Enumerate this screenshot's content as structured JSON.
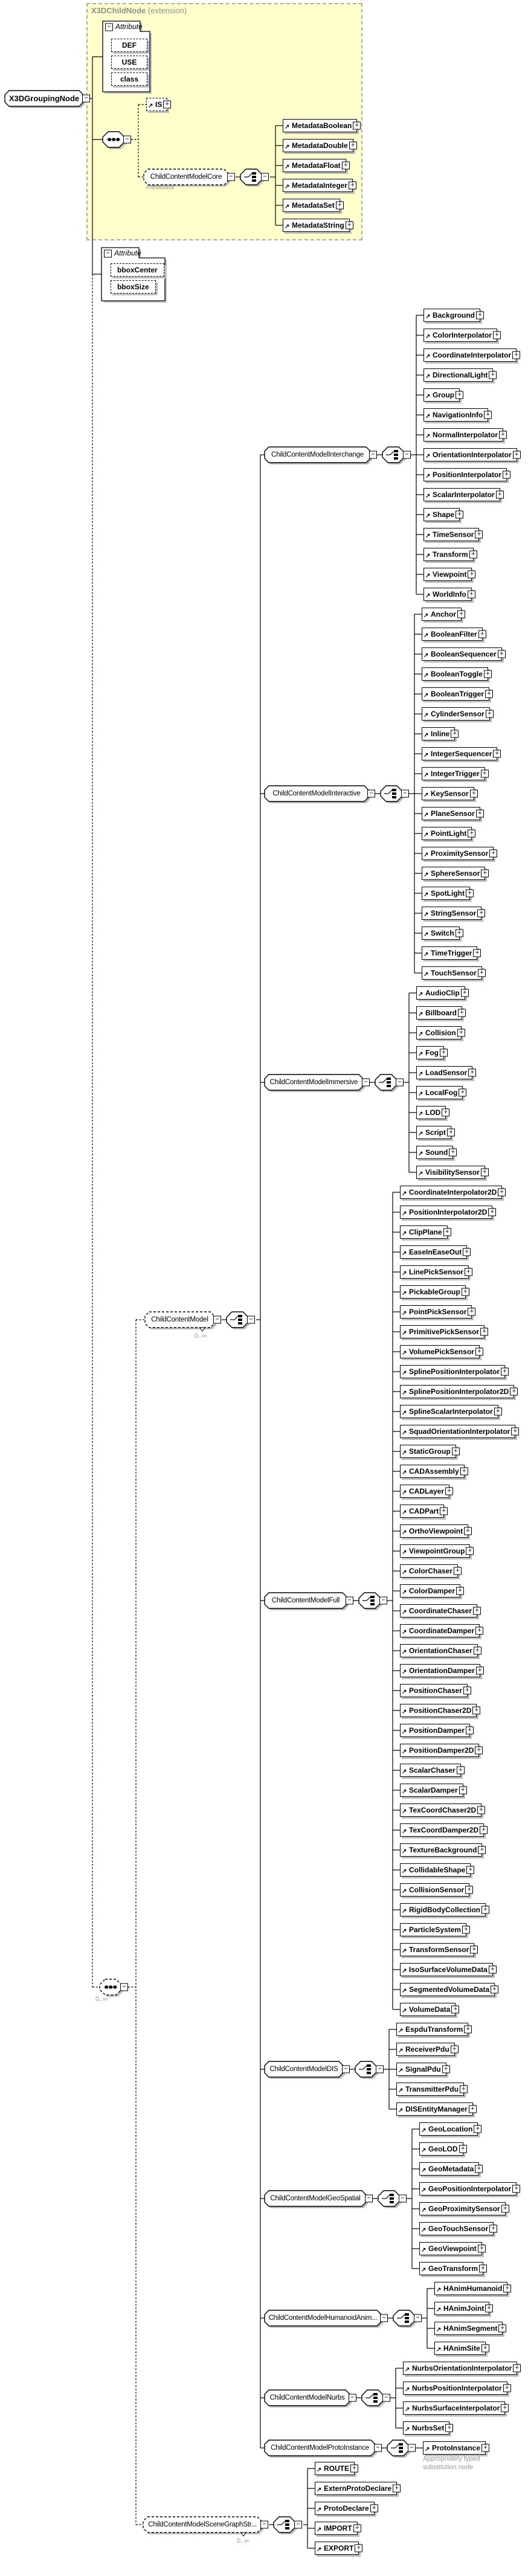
{
  "root": {
    "label": "X3DGroupingNode"
  },
  "extension": {
    "name": "X3DChildNode",
    "kind": " (extension)",
    "attribute_header": "Attribute",
    "attributes": [
      "DEF",
      "USE",
      "class"
    ],
    "is_label": "IS",
    "core": {
      "label": "ChildContentModelCore",
      "annotation": "metadata",
      "items": [
        "MetadataBoolean",
        "MetadataDouble",
        "MetadataFloat",
        "MetadataInteger",
        "MetadataSet",
        "MetadataString"
      ]
    }
  },
  "local_attributes": {
    "header": "Attribute",
    "items": [
      "bboxCenter",
      "bboxSize"
    ]
  },
  "content": {
    "sequence_occurrence": "0..∞",
    "model": {
      "label": "ChildContentModel",
      "occurrence": "0..∞",
      "groups": [
        {
          "label": "ChildContentModelInterchange",
          "items": [
            "Background",
            "ColorInterpolator",
            "CoordinateInterpolator",
            "DirectionalLight",
            "Group",
            "NavigationInfo",
            "NormalInterpolator",
            "OrientationInterpolator",
            "PositionInterpolator",
            "ScalarInterpolator",
            "Shape",
            "TimeSensor",
            "Transform",
            "Viewpoint",
            "WorldInfo"
          ]
        },
        {
          "label": "ChildContentModelInteractive",
          "items": [
            "Anchor",
            "BooleanFilter",
            "BooleanSequencer",
            "BooleanToggle",
            "BooleanTrigger",
            "CylinderSensor",
            "Inline",
            "IntegerSequencer",
            "IntegerTrigger",
            "KeySensor",
            "PlaneSensor",
            "PointLight",
            "ProximitySensor",
            "SphereSensor",
            "SpotLight",
            "StringSensor",
            "Switch",
            "TimeTrigger",
            "TouchSensor"
          ]
        },
        {
          "label": "ChildContentModelImmersive",
          "items": [
            "AudioClip",
            "Billboard",
            "Collision",
            "Fog",
            "LoadSensor",
            "LocalFog",
            "LOD",
            "Script",
            "Sound",
            "VisibilitySensor"
          ]
        },
        {
          "label": "ChildContentModelFull",
          "items": [
            "CoordinateInterpolator2D",
            "PositionInterpolator2D",
            "ClipPlane",
            "EaseInEaseOut",
            "LinePickSensor",
            "PickableGroup",
            "PointPickSensor",
            "PrimitivePickSensor",
            "VolumePickSensor",
            "SplinePositionInterpolator",
            "SplinePositionInterpolator2D",
            "SplineScalarInterpolator",
            "SquadOrientationInterpolator",
            "StaticGroup",
            "CADAssembly",
            "CADLayer",
            "CADPart",
            "OrthoViewpoint",
            "ViewpointGroup",
            "ColorChaser",
            "ColorDamper",
            "CoordinateChaser",
            "CoordinateDamper",
            "OrientationChaser",
            "OrientationDamper",
            "PositionChaser",
            "PositionChaser2D",
            "PositionDamper",
            "PositionDamper2D",
            "ScalarChaser",
            "ScalarDamper",
            "TexCoordChaser2D",
            "TexCoordDamper2D",
            "TextureBackground",
            "CollidableShape",
            "CollisionSensor",
            "RigidBodyCollection",
            "ParticleSystem",
            "TransformSensor",
            "IsoSurfaceVolumeData",
            "SegmentedVolumeData",
            "VolumeData"
          ]
        },
        {
          "label": "ChildContentModelDIS",
          "items": [
            "EspduTransform",
            "ReceiverPdu",
            "SignalPdu",
            "TransmitterPdu",
            "DISEntityManager"
          ]
        },
        {
          "label": "ChildContentModelGeoSpatial",
          "items": [
            "GeoLocation",
            "GeoLOD",
            "GeoMetadata",
            "GeoPositionInterpolator",
            "GeoProximitySensor",
            "GeoTouchSensor",
            "GeoViewpoint",
            "GeoTransform"
          ]
        },
        {
          "label": "ChildContentModelHumanoidAnim...",
          "items": [
            "HAnimHumanoid",
            "HAnimJoint",
            "HAnimSegment",
            "HAnimSite"
          ]
        },
        {
          "label": "ChildContentModelNurbs",
          "items": [
            "NurbsOrientationInterpolator",
            "NurbsPositionInterpolator",
            "NurbsSurfaceInterpolator",
            "NurbsSet"
          ]
        },
        {
          "label": "ChildContentModelProtoInstance",
          "items": [
            "ProtoInstance"
          ],
          "annotation": "Appropriately typed substitution node"
        }
      ]
    },
    "scenegraph": {
      "label": "ChildContentModelSceneGraphStr...",
      "occurrence": "0..∞",
      "items": [
        "ROUTE",
        "ExternProtoDeclare",
        "ProtoDeclare",
        "IMPORT",
        "EXPORT"
      ]
    }
  },
  "colors": {
    "extension_bg": "#FFFFCC",
    "extension_border": "#ABABAB",
    "annotation_gray": "#979797",
    "shadow": "#BDBDBD"
  }
}
